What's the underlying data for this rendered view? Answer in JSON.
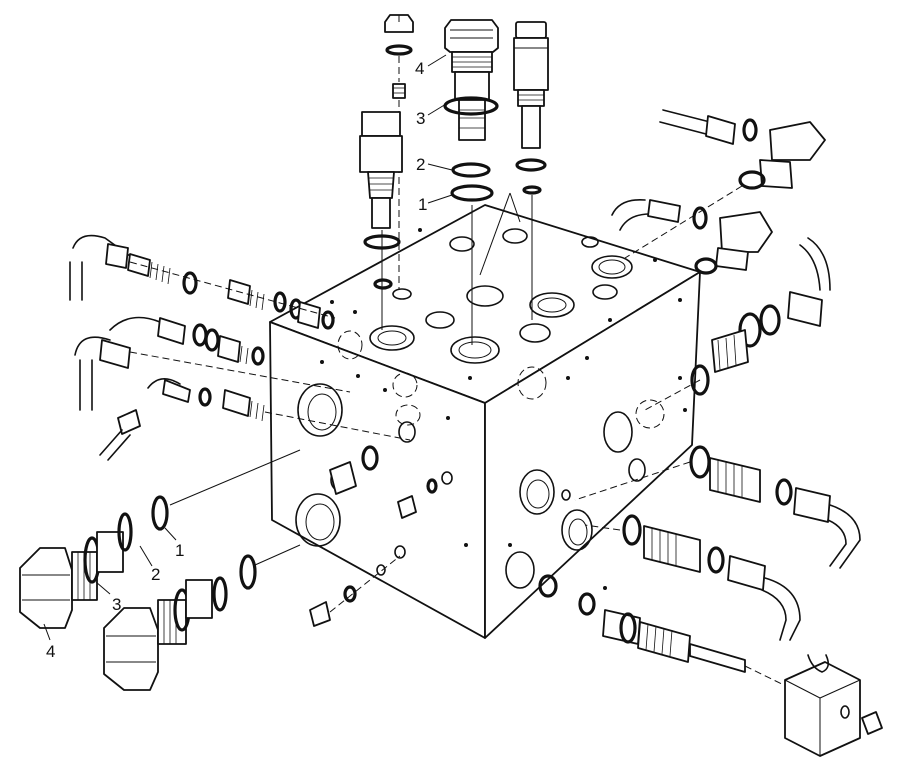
{
  "callouts": {
    "top_4": "4",
    "top_3": "3",
    "top_2": "2",
    "top_1": "1",
    "left_1": "1",
    "left_2": "2",
    "left_3": "3",
    "left_4": "4"
  }
}
